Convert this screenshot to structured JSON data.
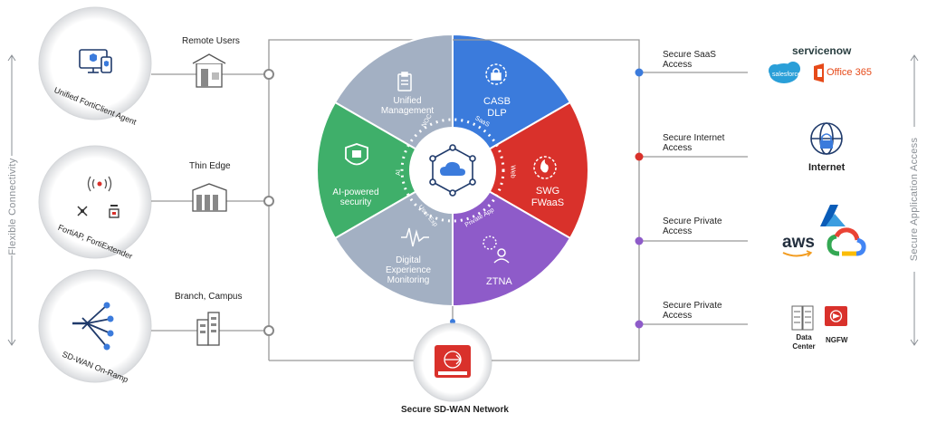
{
  "left_label": "Flexible Connectivity",
  "right_label": "Secure Application Access",
  "left_circles": [
    {
      "label": "Unified FortiClient Agent"
    },
    {
      "label": "FortiAP, FortiExtender"
    },
    {
      "label": "SD-WAN On-Ramp"
    }
  ],
  "left_sites": [
    {
      "label": "Remote Users"
    },
    {
      "label": "Thin Edge"
    },
    {
      "label": "Branch, Campus"
    }
  ],
  "wheel": {
    "segments": [
      {
        "label": "Unified Management",
        "ring": "NOC",
        "color": "#a3b0c3"
      },
      {
        "label": "CASB DLP",
        "ring": "SaaS",
        "color": "#3b7bdc"
      },
      {
        "label": "SWG FWaaS",
        "ring": "Web",
        "color": "#d9312b"
      },
      {
        "label": "ZTNA",
        "ring": "Private App",
        "color": "#8e5bc9"
      },
      {
        "label": "Digital Experience Monitoring",
        "ring": "User Exp",
        "color": "#a3b0c3"
      },
      {
        "label": "AI-powered security",
        "ring": "AI",
        "color": "#3faf6a"
      }
    ]
  },
  "bottom_label": "Secure SD-WAN Network",
  "right_links": [
    {
      "label": "Secure SaaS Access",
      "dot_color": "#3b7bdc"
    },
    {
      "label": "Secure Internet Access",
      "dot_color": "#d9312b"
    },
    {
      "label": "Secure Private Access",
      "dot_color": "#8e5bc9"
    },
    {
      "label": "Secure Private Access",
      "dot_color": "#8e5bc9"
    }
  ],
  "apps": {
    "servicenow": "servicenow",
    "salesforce": "salesforce",
    "office": "Office 365",
    "internet": "Internet",
    "aws": "aws",
    "datacenter": "Data Center",
    "ngfw": "NGFW"
  }
}
